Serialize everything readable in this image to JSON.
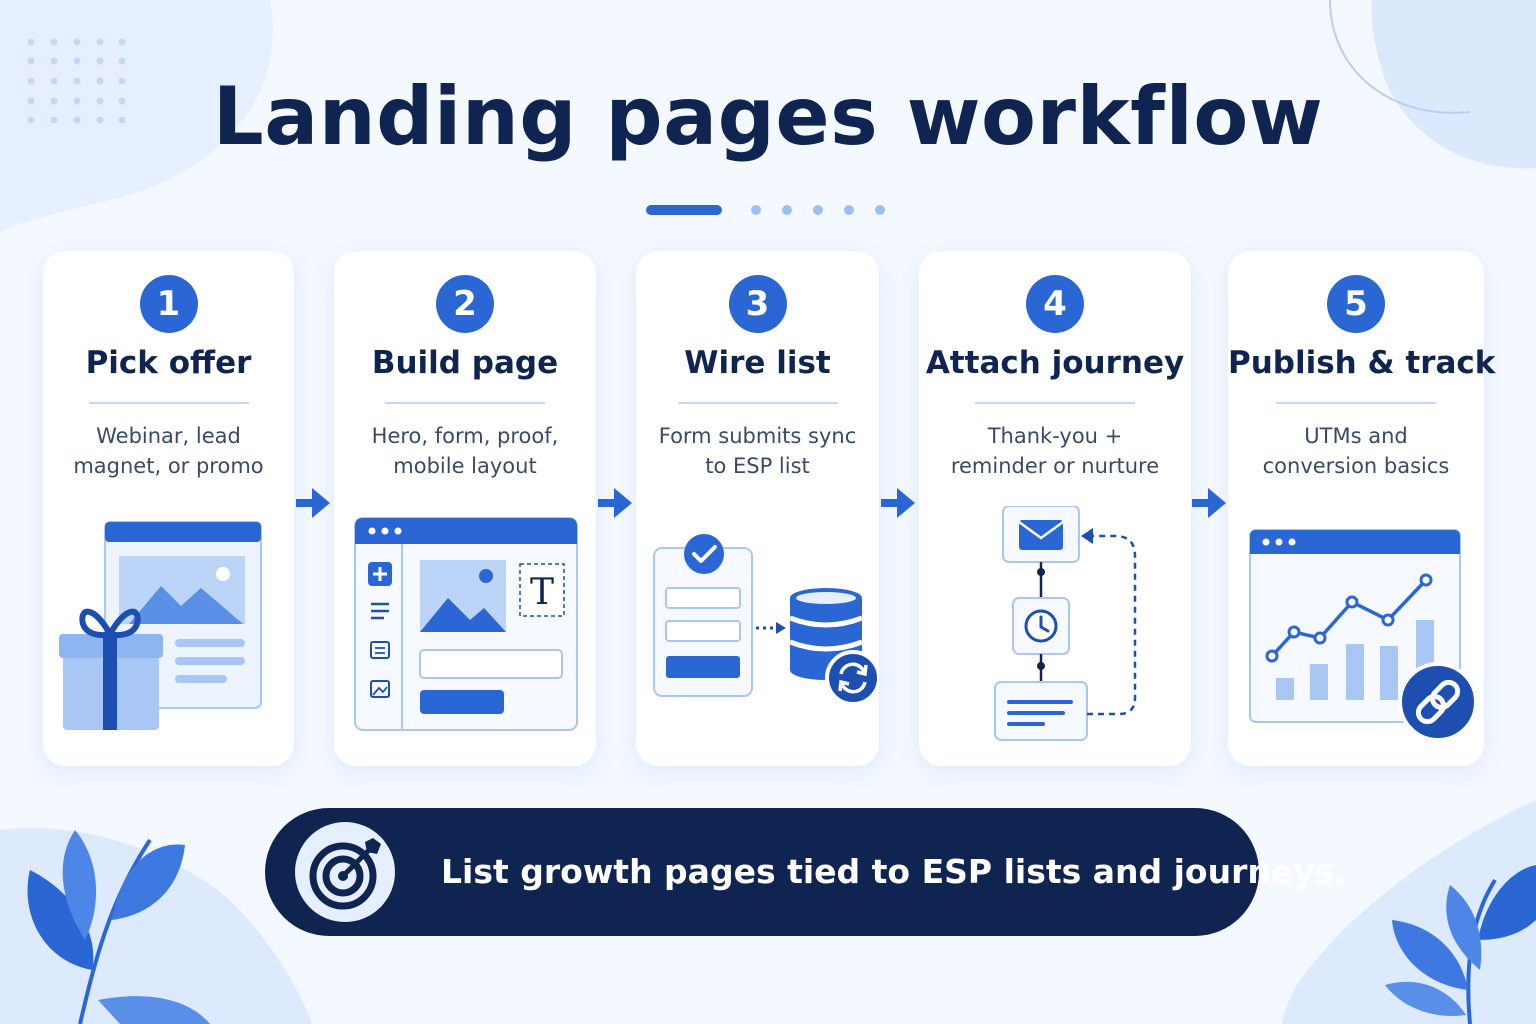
{
  "title": "Landing pages workflow",
  "steps": [
    {
      "number": "1",
      "title": "Pick offer",
      "desc_line1": "Webinar, lead",
      "desc_line2": "magnet, or promo"
    },
    {
      "number": "2",
      "title": "Build page",
      "desc_line1": "Hero, form, proof,",
      "desc_line2": "mobile layout"
    },
    {
      "number": "3",
      "title": "Wire list",
      "desc_line1": "Form submits sync",
      "desc_line2": "to ESP list"
    },
    {
      "number": "4",
      "title": "Attach journey",
      "desc_line1": "Thank-you +",
      "desc_line2": "reminder or nurture"
    },
    {
      "number": "5",
      "title": "Publish & track",
      "desc_line1": "UTMs and",
      "desc_line2": "conversion basics"
    }
  ],
  "footer": {
    "text": "List growth pages tied to ESP lists and journeys."
  },
  "icons": {
    "step1": "gift-and-webpage-icon",
    "step2": "page-builder-icon",
    "step3": "form-to-database-sync-icon",
    "step4": "email-journey-flow-icon",
    "step5": "analytics-chart-link-icon",
    "footer": "target-icon",
    "arrows": "arrow-right-icon"
  },
  "colors": {
    "primary": "#2b67d4",
    "navy": "#0f2450",
    "light": "#a9c7f5",
    "background": "#f4f8ff"
  }
}
